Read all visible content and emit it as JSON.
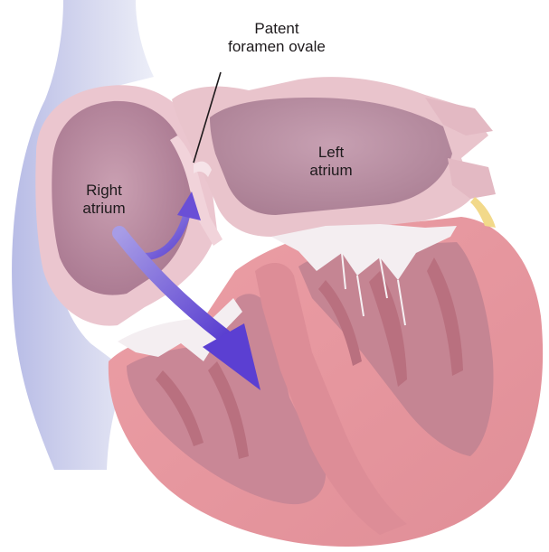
{
  "labels": {
    "patent_foramen_ovale": {
      "line1": "Patent",
      "line2": "foramen ovale"
    },
    "left_atrium": {
      "line1": "Left",
      "line2": "atrium"
    },
    "right_atrium": {
      "line1": "Right",
      "line2": "atrium"
    }
  },
  "colors": {
    "background": "#ffffff",
    "vein_blue": "#c9cbe8",
    "atrium_wall": "#e9c4cc",
    "atrium_cavity": "#b98a9c",
    "myocardium": "#e59da3",
    "muscle_dark": "#c7707f",
    "valve_white": "#f4eef1",
    "arrow": "#6a4fd6"
  }
}
